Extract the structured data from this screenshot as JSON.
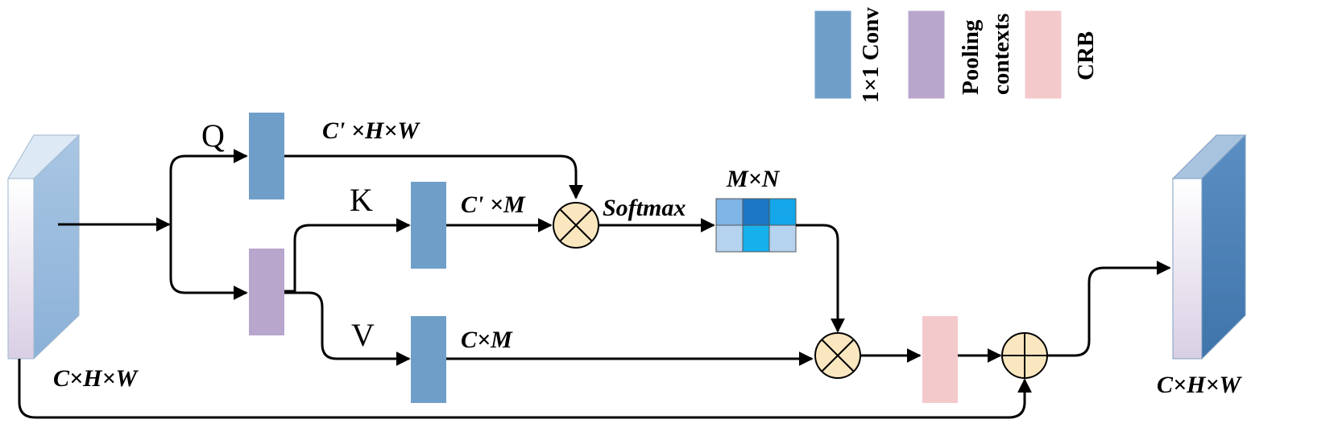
{
  "legend": {
    "conv": "1×1 Conv",
    "pooling_line1": "Pooling",
    "pooling_line2": "contexts",
    "crb": "CRB"
  },
  "labels": {
    "q": "Q",
    "k": "K",
    "v": "V",
    "q_dim": "C' ×H×W",
    "k_dim": "C' ×M",
    "v_dim": "C×M",
    "softmax": "Softmax",
    "mn": "M×N",
    "input_dim": "C×H×W",
    "output_dim": "C×H×W"
  },
  "colors": {
    "conv": "#6f9fc9",
    "pooling": "#b8a6cc",
    "crb": "#f4c9cc",
    "op_circle": "#fbe7bf",
    "input_block_front": "#a9c6e3",
    "output_block_front": "#4a7fb3",
    "matrix": [
      "#7fb4e6",
      "#1b76c5",
      "#14a6e8",
      "#b5d3ee",
      "#16b0ec",
      "#b5d3ee"
    ]
  },
  "operators": {
    "multiply": "⊗",
    "add": "⊕"
  }
}
